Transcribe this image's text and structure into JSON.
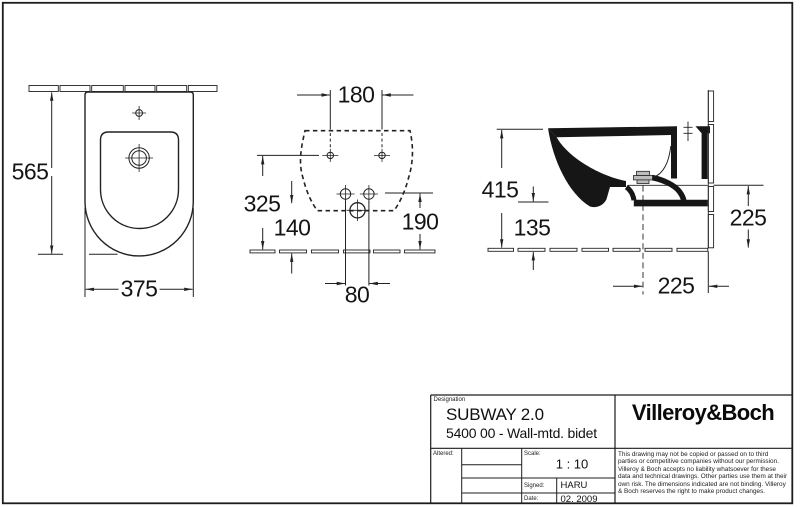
{
  "dimensions": {
    "front_height": "565",
    "front_width": "375",
    "top_hole_spacing": "180",
    "top_height_upper": "325",
    "top_height_mid": "140",
    "top_height_lower": "190",
    "top_bolt_spacing": "80",
    "side_height": "415",
    "side_bottom_height": "135",
    "side_wall_height": "225",
    "side_depth": "225"
  },
  "title_block": {
    "designation_label": "Designation",
    "product_line": "SUBWAY 2.0",
    "product_code": "5400 00 - Wall-mtd. bidet",
    "brand": "Villeroy&Boch",
    "altered_label": "Altered:",
    "scale_label": "Scale:",
    "scale_value": "1 : 10",
    "signed_label": "Signed:",
    "signed_value": "HARU",
    "date_label": "Date:",
    "date_value": "02. 2009",
    "legal": "This drawing may not be copied or passed on to third parties or competitive companies without our permission. Villeroy & Boch accepts no liability whatsoever for these data and technical drawings. Other parties use them at their own risk. The dimensions indicated are not binding. Villeroy & Boch reserves the right to make product changes."
  },
  "colors": {
    "line": "#222222",
    "fill_black": "#161616",
    "plug_gray": "#bdbdbd",
    "paper": "#ffffff"
  }
}
